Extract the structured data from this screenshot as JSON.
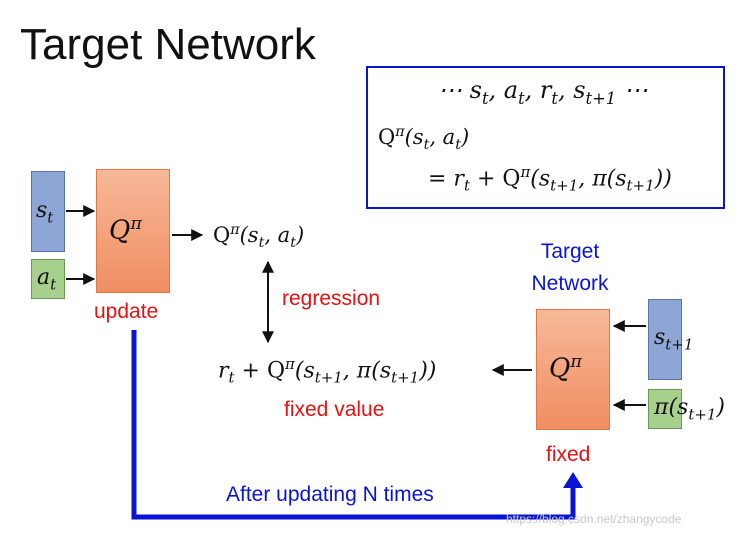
{
  "title": "Target Network",
  "equation_box": {
    "sequence": [
      "s",
      "t",
      "a",
      "t",
      "r",
      "t",
      "s",
      "t+1"
    ],
    "q_symbol": "Q",
    "pi_symbol": "π"
  },
  "labels": {
    "update": "update",
    "regression": "regression",
    "fixed_value": "fixed value",
    "target_network_line1": "Target",
    "target_network_line2": "Network",
    "fixed": "fixed",
    "after_updating": "After updating N times",
    "watermark": "https://blog.csdn.net/zhangycode"
  },
  "colors": {
    "blue_accent": "#0a14d6",
    "red_label": "#e81010",
    "state_box": "#8ea6d6",
    "action_box": "#a8d08d",
    "q_box": "#f4a07a"
  }
}
